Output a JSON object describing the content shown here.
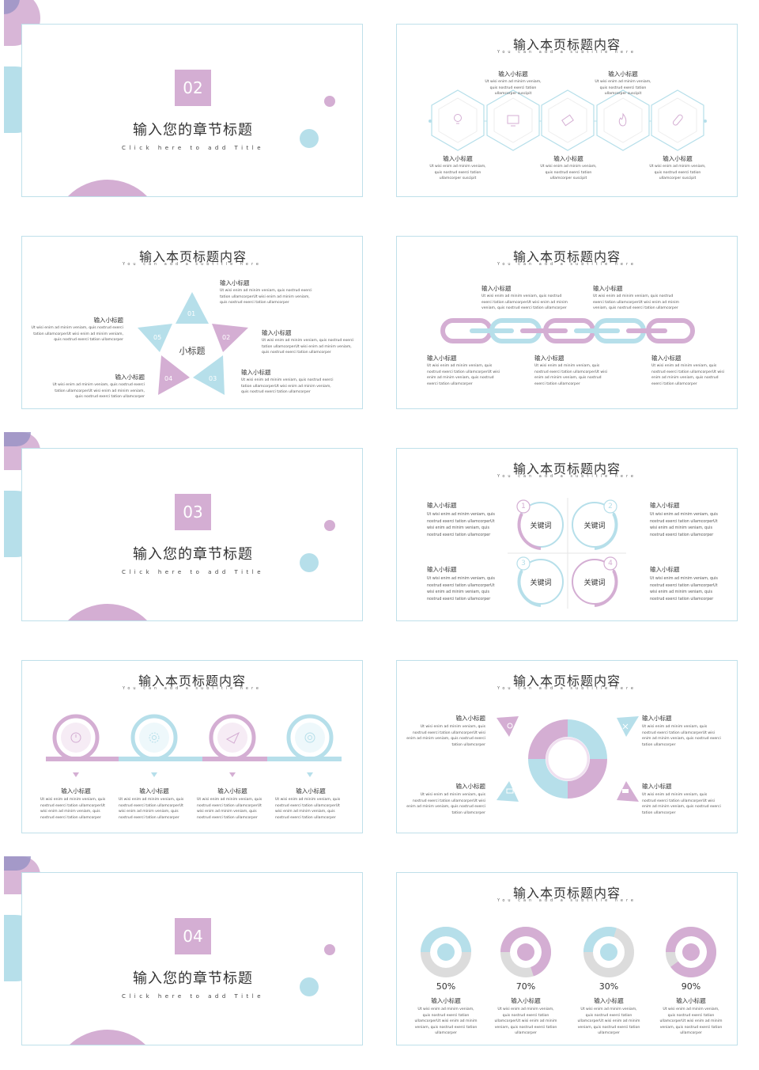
{
  "colors": {
    "purple": "#d4aed3",
    "blue": "#b6dfea",
    "lavender": "#9b94c6",
    "border": "#bfe0ea"
  },
  "chapters": [
    {
      "number": "02",
      "title": "输入您的章节标题",
      "subtitle": "Click here to add Title"
    },
    {
      "number": "03",
      "title": "输入您的章节标题",
      "subtitle": "Click here to add Title"
    },
    {
      "number": "04",
      "title": "输入您的章节标题",
      "subtitle": "Click here to add Title"
    }
  ],
  "page_title": "输入本页标题内容",
  "page_subtitle": "You can add a subtitle here",
  "hex": {
    "icons": [
      "bulb-icon",
      "monitor-icon",
      "tag-icon",
      "fire-icon",
      "paperclip-icon"
    ],
    "top_items": [
      {
        "label": "输入小标题",
        "text": "Ut wisi enim ad minim veniam, quis nostrud exerci tation ullamcorper suscipit"
      },
      {
        "label": "输入小标题",
        "text": "Ut wisi enim ad minim veniam, quis nostrud exerci tation ullamcorper suscipit"
      }
    ],
    "bottom_items": [
      {
        "label": "输入小标题",
        "text": "Ut wisi enim ad minim veniam, quis nostrud exerci tation ullamcorper suscipit"
      },
      {
        "label": "输入小标题",
        "text": "Ut wisi enim ad minim veniam, quis nostrud exerci tation ullamcorper suscipit"
      },
      {
        "label": "输入小标题",
        "text": "Ut wisi enim ad minim veniam, quis nostrud exerci tation ullamcorper suscipit"
      }
    ]
  },
  "star": {
    "center": "小标题",
    "numbers": [
      "01",
      "02",
      "03",
      "04",
      "05"
    ],
    "items": [
      {
        "label": "输入小标题",
        "text": "Ut wisi enim ad minim veniam, quis nostrud exerci tation ullamcorperUt wisi enim ad minim veniam, quis nostrud exerci tation ullamcorper"
      },
      {
        "label": "输入小标题",
        "text": "Ut wisi enim ad minim veniam, quis nostrud exerci tation ullamcorperUt wisi enim ad minim veniam, quis nostrud exerci tation ullamcorper"
      },
      {
        "label": "输入小标题",
        "text": "Ut wisi enim ad minim veniam, quis nostrud exerci tation ullamcorperUt wisi enim ad minim veniam, quis nostrud exerci tation ullamcorper"
      },
      {
        "label": "输入小标题",
        "text": "Ut wisi enim ad minim veniam, quis nostrud exerci tation ullamcorperUt wisi enim ad minim veniam, quis nostrud exerci tation ullamcorper"
      },
      {
        "label": "输入小标题",
        "text": "Ut wisi enim ad minim veniam, quis nostrud exerci tation ullamcorperUt wisi enim ad minim veniam, quis nostrud exerci tation ullamcorper"
      }
    ]
  },
  "chain": {
    "top_items": [
      {
        "label": "输入小标题",
        "text": "Ut wisi enim ad minim veniam, quis nostrud exerci tation ullamcorperUt wisi enim ad minim veniam, quis nostrud exerci tation ullamcorper"
      },
      {
        "label": "输入小标题",
        "text": "Ut wisi enim ad minim veniam, quis nostrud exerci tation ullamcorperUt wisi enim ad minim veniam, quis nostrud exerci tation ullamcorper"
      }
    ],
    "bottom_items": [
      {
        "label": "输入小标题",
        "text": "Ut wisi enim ad minim veniam, quis nostrud exerci tation ullamcorperUt wisi enim ad minim veniam, quis nostrud exerci tation ullamcorper"
      },
      {
        "label": "输入小标题",
        "text": "Ut wisi enim ad minim veniam, quis nostrud exerci tation ullamcorperUt wisi enim ad minim veniam, quis nostrud exerci tation ullamcorper"
      },
      {
        "label": "输入小标题",
        "text": "Ut wisi enim ad minim veniam, quis nostrud exerci tation ullamcorperUt wisi enim ad minim veniam, quis nostrud exerci tation ullamcorper"
      }
    ]
  },
  "keywords": {
    "items": [
      "关键词",
      "关键词",
      "关键词",
      "关键词"
    ],
    "numbers": [
      "1",
      "2",
      "3",
      "4"
    ],
    "texts": [
      {
        "label": "输入小标题",
        "text": "Ut wisi enim ad minim veniam, quis nostrud exerci tation ullamcorperUt wisi enim ad minim veniam, quis nostrud exerci tation ullamcorper"
      },
      {
        "label": "输入小标题",
        "text": "Ut wisi enim ad minim veniam, quis nostrud exerci tation ullamcorperUt wisi enim ad minim veniam, quis nostrud exerci tation ullamcorper"
      },
      {
        "label": "输入小标题",
        "text": "Ut wisi enim ad minim veniam, quis nostrud exerci tation ullamcorperUt wisi enim ad minim veniam, quis nostrud exerci tation ullamcorper"
      },
      {
        "label": "输入小标题",
        "text": "Ut wisi enim ad minim veniam, quis nostrud exerci tation ullamcorperUt wisi enim ad minim veniam, quis nostrud exerci tation ullamcorper"
      }
    ]
  },
  "timeline": {
    "icons": [
      "clock-icon",
      "settings-icon",
      "paper-plane-icon",
      "lifebuoy-icon"
    ],
    "items": [
      {
        "label": "输入小标题",
        "text": "Ut wisi enim ad minim veniam, quis nostrud exerci tation ullamcorperUt wisi enim ad minim veniam, quis nostrud exerci tation ullamcorper"
      },
      {
        "label": "输入小标题",
        "text": "Ut wisi enim ad minim veniam, quis nostrud exerci tation ullamcorperUt wisi enim ad minim veniam, quis nostrud exerci tation ullamcorper"
      },
      {
        "label": "输入小标题",
        "text": "Ut wisi enim ad minim veniam, quis nostrud exerci tation ullamcorperUt wisi enim ad minim veniam, quis nostrud exerci tation ullamcorper"
      },
      {
        "label": "输入小标题",
        "text": "Ut wisi enim ad minim veniam, quis nostrud exerci tation ullamcorperUt wisi enim ad minim veniam, quis nostrud exerci tation ullamcorper"
      }
    ]
  },
  "cycle": {
    "icons": [
      "search-icon",
      "tools-icon",
      "keyboard-icon",
      "folder-icon"
    ],
    "items": [
      {
        "label": "输入小标题",
        "text": "Ut wisi enim ad minim veniam, quis nostrud exerci tation ullamcorperUt wisi enim ad minim veniam, quis nostrud exerci tation ullamcorper"
      },
      {
        "label": "输入小标题",
        "text": "Ut wisi enim ad minim veniam, quis nostrud exerci tation ullamcorperUt wisi enim ad minim veniam, quis nostrud exerci tation ullamcorper"
      },
      {
        "label": "输入小标题",
        "text": "Ut wisi enim ad minim veniam, quis nostrud exerci tation ullamcorperUt wisi enim ad minim veniam, quis nostrud exerci tation ullamcorper"
      },
      {
        "label": "输入小标题",
        "text": "Ut wisi enim ad minim veniam, quis nostrud exerci tation ullamcorperUt wisi enim ad minim veniam, quis nostrud exerci tation ullamcorper"
      }
    ]
  },
  "chart_data": {
    "type": "pie",
    "categories": [
      "输入小标题",
      "输入小标题",
      "输入小标题",
      "输入小标题"
    ],
    "values": [
      50,
      70,
      30,
      90
    ],
    "value_labels": [
      "50%",
      "70%",
      "30%",
      "90%"
    ],
    "colors": [
      "#b6dfea",
      "#d4aed3",
      "#b6dfea",
      "#d4aed3"
    ],
    "icons": [
      "home-icon",
      "star-icon",
      "drop-icon",
      "database-icon"
    ],
    "texts": [
      "Ut wisi enim ad minim veniam, quis nostrud exerci tation ullamcorperUt wisi enim ad minim veniam, quis nostrud exerci tation ullamcorper",
      "Ut wisi enim ad minim veniam, quis nostrud exerci tation ullamcorperUt wisi enim ad minim veniam, quis nostrud exerci tation ullamcorper",
      "Ut wisi enim ad minim veniam, quis nostrud exerci tation ullamcorperUt wisi enim ad minim veniam, quis nostrud exerci tation ullamcorper",
      "Ut wisi enim ad minim veniam, quis nostrud exerci tation ullamcorperUt wisi enim ad minim veniam, quis nostrud exerci tation ullamcorper"
    ]
  }
}
